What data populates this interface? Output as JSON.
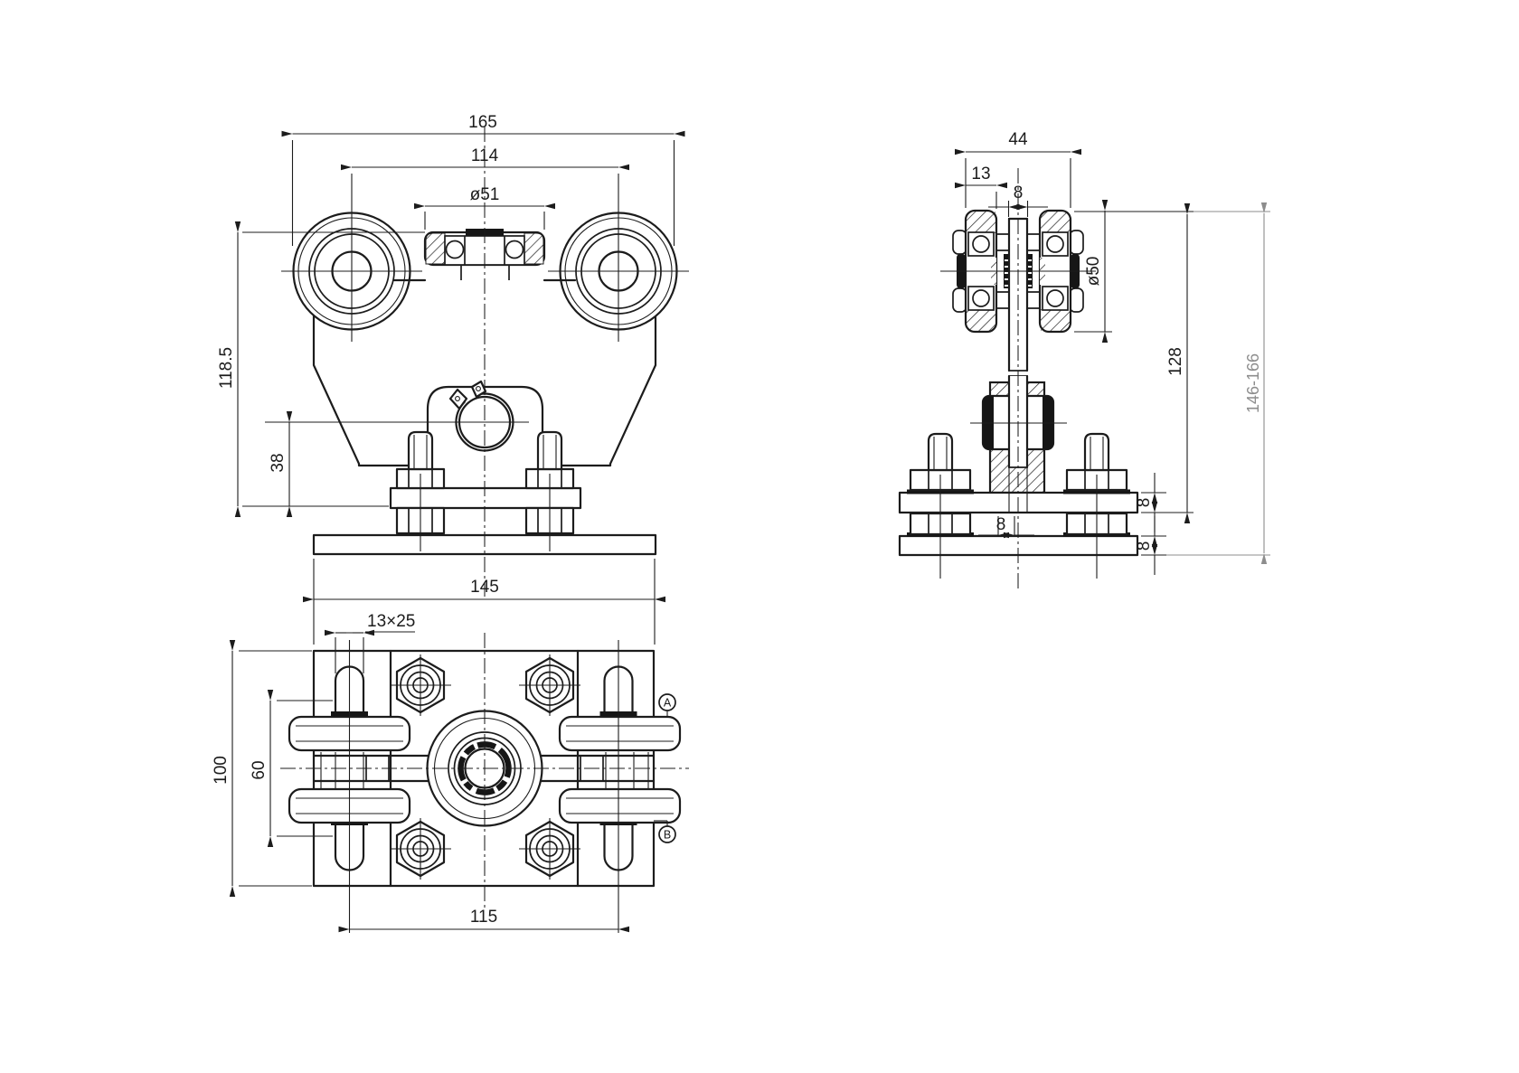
{
  "drawing": {
    "type": "engineering-orthographic-views",
    "subject": "festoon-trolley-roller-assembly",
    "colors": {
      "line": "#1c1c1c",
      "dim_gray": "#8d8d8d",
      "background": "#ffffff"
    },
    "views": {
      "front": {
        "dims": {
          "total_width": "165",
          "wheel_spacing": "114",
          "roller_dia": "ø51",
          "height": "118.5",
          "pin_drop": "38",
          "base_width": "145"
        }
      },
      "side": {
        "dims": {
          "head_width": "44",
          "wheel_width": "13",
          "shaft_dia": "8",
          "wheel_dia": "ø50",
          "drop_height": "128",
          "height_range": "146-166",
          "plate_thickness_upper": "8",
          "plate_thickness_lower": "8",
          "plate_slot": "8"
        }
      },
      "bottom": {
        "dims": {
          "slot_size": "13×25",
          "depth": "100",
          "roller_span": "60",
          "hole_span": "115"
        },
        "labels": {
          "detail_a": "A",
          "detail_b": "B"
        }
      }
    }
  }
}
